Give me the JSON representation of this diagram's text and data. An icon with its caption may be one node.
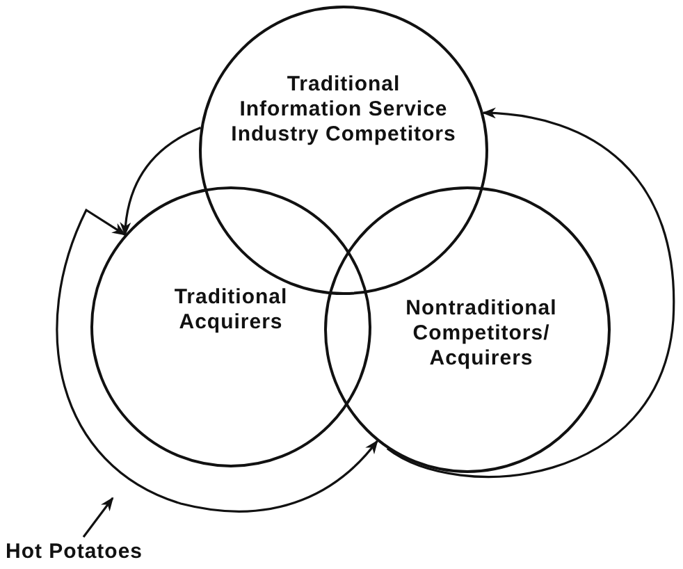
{
  "diagram": {
    "nodes": [
      {
        "text": [
          "Traditional Information Service Industry Competitors"
        ]
      },
      {
        "text": [
          "Traditional Acquirers"
        ]
      },
      {
        "text": [
          "Nontraditional Competitors/ Acquirers"
        ]
      },
      {
        "text": [
          "Hot Potatoes"
        ]
      }
    ],
    "edges": [
      {
        "from": 0,
        "to": 1,
        "arrow": "to"
      },
      {
        "from": 1,
        "to": 2,
        "arrow": "both"
      },
      {
        "from": 2,
        "to": 0,
        "arrow": "to"
      },
      {
        "from": 3,
        "to": null,
        "arrow": "to"
      }
    ]
  }
}
